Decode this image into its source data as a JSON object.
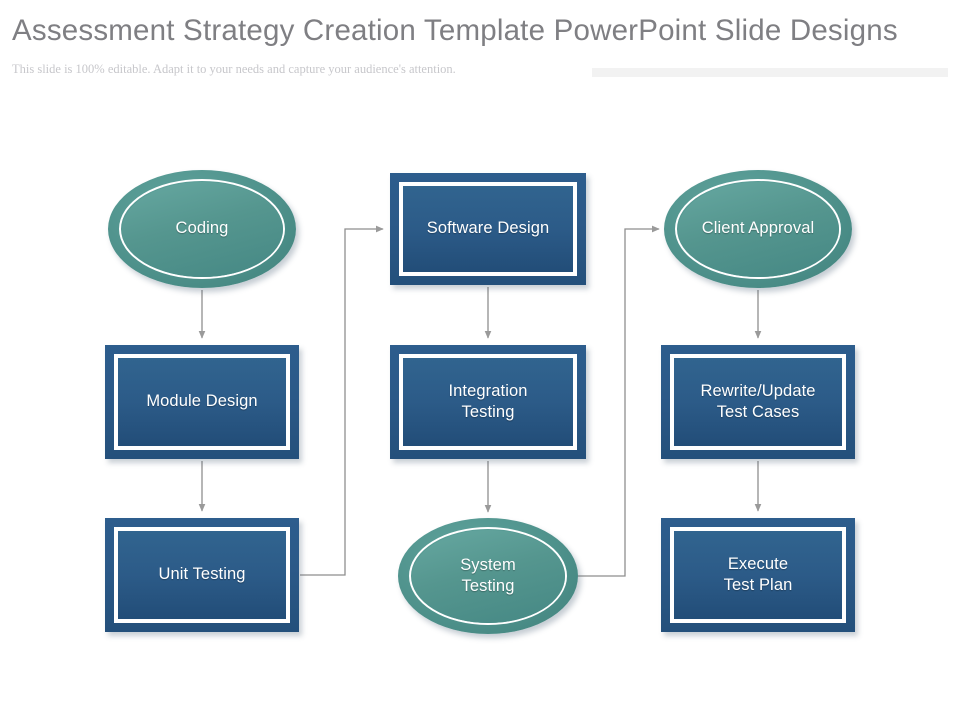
{
  "header": {
    "title": "Assessment Strategy Creation Template PowerPoint Slide Designs",
    "subtitle": "This slide is 100% editable. Adapt it to your needs and capture your audience's attention."
  },
  "theme": {
    "title_color": "#7f7f83",
    "subtitle_color": "#c7c7cb",
    "rect_fill": "#2b5988",
    "ellipse_fill": "#4e918b",
    "node_text_color": "#ffffff",
    "connector_color": "#9a9a9a"
  },
  "diagram": {
    "type": "flowchart",
    "nodes": [
      {
        "id": "coding",
        "label": "Coding",
        "shape": "ellipse",
        "column": 1,
        "row": 1
      },
      {
        "id": "module-design",
        "label": "Module Design",
        "shape": "rectangle",
        "column": 1,
        "row": 2
      },
      {
        "id": "unit-testing",
        "label": "Unit Testing",
        "shape": "rectangle",
        "column": 1,
        "row": 3
      },
      {
        "id": "software-design",
        "label": "Software Design",
        "shape": "rectangle",
        "column": 2,
        "row": 1
      },
      {
        "id": "integration",
        "label": "Integration\nTesting",
        "shape": "rectangle",
        "column": 2,
        "row": 2
      },
      {
        "id": "system-testing",
        "label": "System\nTesting",
        "shape": "ellipse",
        "column": 2,
        "row": 3
      },
      {
        "id": "client-approval",
        "label": "Client Approval",
        "shape": "ellipse",
        "column": 3,
        "row": 1
      },
      {
        "id": "rewrite",
        "label": "Rewrite/Update\nTest Cases",
        "shape": "rectangle",
        "column": 3,
        "row": 2
      },
      {
        "id": "execute",
        "label": "Execute\nTest Plan",
        "shape": "rectangle",
        "column": 3,
        "row": 3
      }
    ],
    "edges": [
      {
        "from": "coding",
        "to": "module-design",
        "style": "straight-down"
      },
      {
        "from": "module-design",
        "to": "unit-testing",
        "style": "straight-down"
      },
      {
        "from": "unit-testing",
        "to": "software-design",
        "style": "elbow-right-up"
      },
      {
        "from": "software-design",
        "to": "integration",
        "style": "straight-down"
      },
      {
        "from": "integration",
        "to": "system-testing",
        "style": "straight-down"
      },
      {
        "from": "system-testing",
        "to": "client-approval",
        "style": "elbow-right-up"
      },
      {
        "from": "client-approval",
        "to": "rewrite",
        "style": "straight-down"
      },
      {
        "from": "rewrite",
        "to": "execute",
        "style": "straight-down"
      }
    ]
  }
}
